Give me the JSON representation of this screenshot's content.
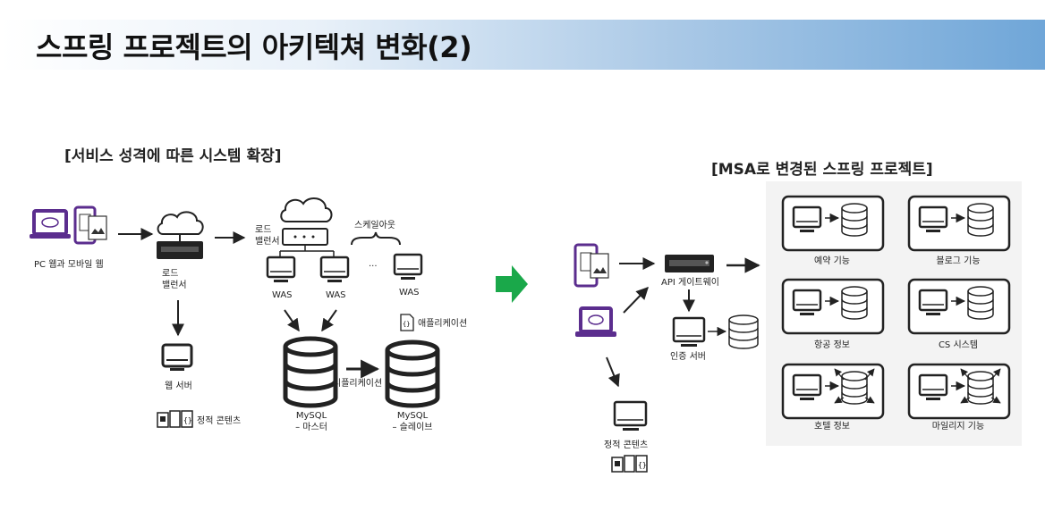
{
  "slide_title": "스프링 프로젝트의 아키텍쳐 변화(2)",
  "left": {
    "section_title": "[서비스 성격에 따른 시스템 확장]",
    "client_label": "PC 웹과 모바일 웹",
    "lb1_label": "로드\n밸런서",
    "lb2_label": "로드\n밸런서",
    "scaleout_label": "스케일아웃",
    "ellipsis": "...",
    "was_labels": [
      "WAS",
      "WAS",
      "WAS"
    ],
    "app_label": "애플리케이션",
    "web_server_label": "웹 서버",
    "static_label": "정적 콘텐츠",
    "replication_label": "리플리케이션",
    "db_master_label": "MySQL\n– 마스터",
    "db_slave_label": "MySQL\n– 슬레이브"
  },
  "right": {
    "section_title": "[MSA로 변경된 스프링 프로젝트]",
    "gateway_label": "API 게이트웨이",
    "auth_label": "인증 서버",
    "static_label": "정적 콘텐츠",
    "services": [
      "예약 기능",
      "블로그 기능",
      "항공 정보",
      "CS 시스템",
      "호텔 정보",
      "마일리지 기능"
    ]
  },
  "colors": {
    "accent": "#5b2d8e",
    "arrow_green": "#1aa84a",
    "line": "#222222"
  }
}
